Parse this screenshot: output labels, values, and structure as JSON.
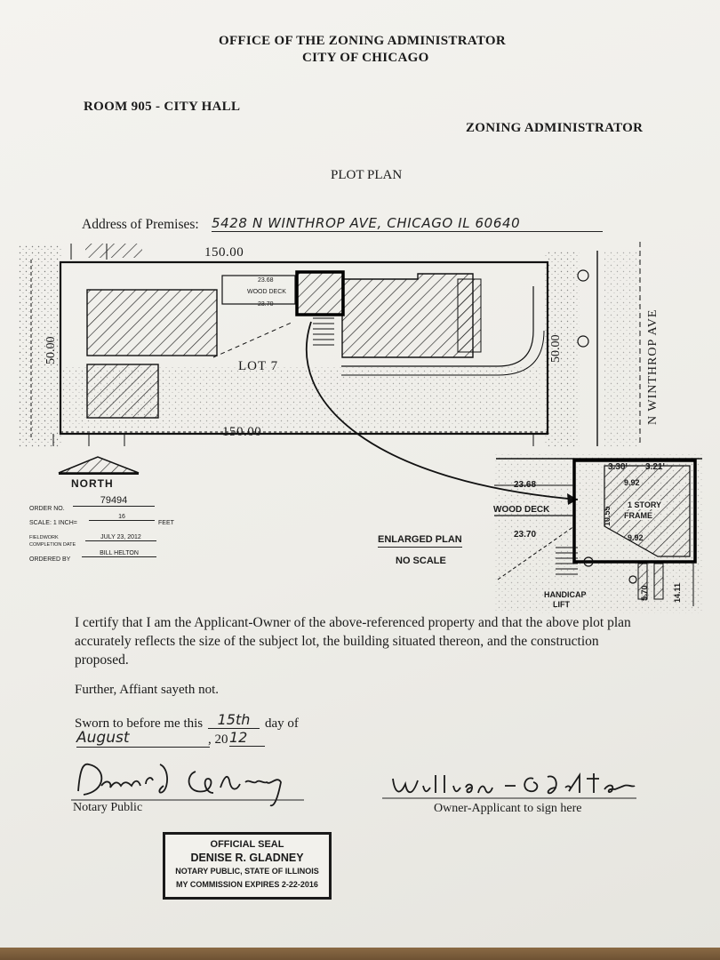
{
  "header": {
    "office": "OFFICE OF THE ZONING ADMINISTRATOR",
    "city": "CITY OF CHICAGO",
    "room": "ROOM 905 - CITY HALL",
    "administrator": "ZONING ADMINISTRATOR",
    "doc_title": "PLOT PLAN"
  },
  "address": {
    "label": "Address of Premises:",
    "value": "5428 N WINTHROP AVE, CHICAGO IL 60640"
  },
  "plan": {
    "top_dim": "150.00",
    "bottom_dim": "150.00",
    "left_dim": "50.00",
    "right_dim": "50.00",
    "lot": "LOT 7",
    "street": "N WINTHROP AVE",
    "north": "NORTH",
    "wood_deck_small": "WOOD DECK",
    "dim_2368": "23.68",
    "dim_2370": "23.70"
  },
  "form": {
    "order_no_label": "ORDER NO.",
    "order_no": "79494",
    "scale_label": "SCALE: 1 INCH=",
    "scale_value": "16",
    "scale_unit": "FEET",
    "fieldwork_label": "FIELDWORK COMPLETION DATE",
    "fieldwork_date": "JULY 23, 2012",
    "ordered_by_label": "ORDERED BY",
    "ordered_by": "BILL HELTON"
  },
  "enlarged": {
    "title": "ENLARGED PLAN",
    "scale": "NO SCALE",
    "dim_2368": "23.68",
    "wood_deck": "WOOD DECK",
    "dim_2370": "23.70",
    "dim_330": "3.30'",
    "dim_321": "3.21'",
    "dim_992a": "9.92",
    "dim_992b": "9.92",
    "story": "1 STORY",
    "frame": "FRAME",
    "dim_1055": "10.55",
    "dim_1411": "14.11",
    "dim_570": "5.70",
    "handicap": "HANDICAP",
    "lift": "LIFT"
  },
  "certification": {
    "text": "I certify that I am the Applicant-Owner of the above-referenced property and that the above plot plan accurately reflects the size of the subject lot, the building situated thereon, and the construction proposed.",
    "affiant": "Further, Affiant sayeth not.",
    "sworn_prefix": "Sworn to before me this",
    "sworn_day": "15th",
    "sworn_day_suffix": "day of",
    "sworn_month": "August",
    "year_prefix": ", 20",
    "year": "12",
    "notary_label": "Notary Public",
    "owner_label": "Owner-Applicant to sign here"
  },
  "seal": {
    "line1": "OFFICIAL SEAL",
    "line2": "DENISE R. GLADNEY",
    "line3": "NOTARY PUBLIC, STATE OF ILLINOIS",
    "line4": "MY COMMISSION EXPIRES 2-22-2016"
  }
}
